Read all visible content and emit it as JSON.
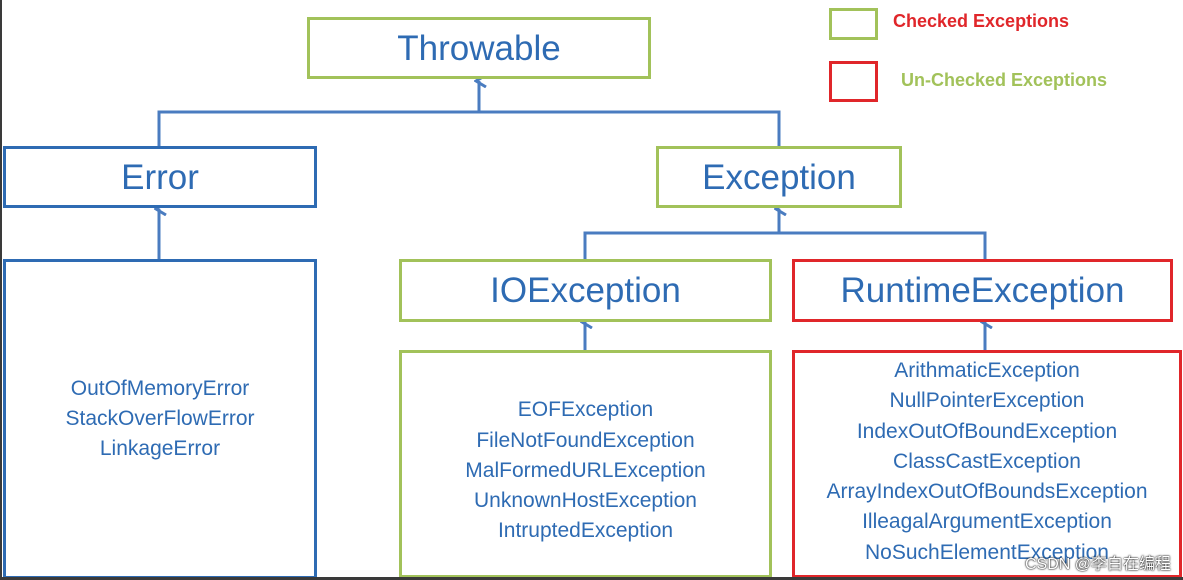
{
  "colors": {
    "text": "#2e6bb3",
    "line": "#4a7cc0",
    "checked_border": "#a2c25a",
    "unchecked_border": "#e0262a",
    "error_border": "#2e6bb3"
  },
  "legend": {
    "checked_label": "Checked Exceptions",
    "checked_label_color": "#e0262a",
    "checked_box_color": "#a2c25a",
    "unchecked_label": "Un-Checked Exceptions",
    "unchecked_label_color": "#a2c25a",
    "unchecked_box_color": "#e0262a"
  },
  "nodes": {
    "throwable": "Throwable",
    "error": "Error",
    "exception": "Exception",
    "ioexception": "IOException",
    "runtimeexception": "RuntimeException"
  },
  "lists": {
    "error_items": [
      "OutOfMemoryError",
      "StackOverFlowError",
      "LinkageError"
    ],
    "io_items": [
      "EOFException",
      "FileNotFoundException",
      "MalFormedURLException",
      "UnknownHostException",
      "IntruptedException"
    ],
    "runtime_items": [
      "ArithmaticException",
      "NullPointerException",
      "IndexOutOfBoundException",
      "ClassCastException",
      "ArrayIndexOutOfBoundsException",
      "IlleagalArgumentException",
      "NoSuchElementException"
    ]
  },
  "watermark": "CSDN @李白在编程"
}
